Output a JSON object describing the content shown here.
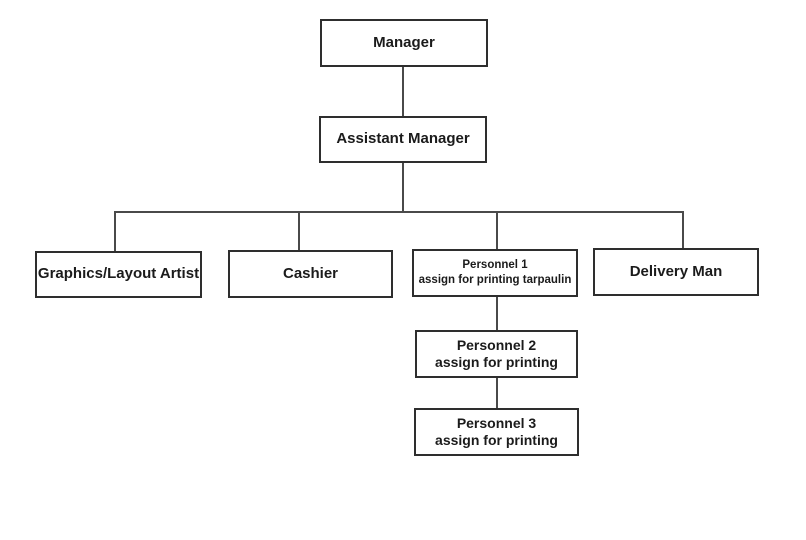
{
  "diagram": {
    "type": "org-chart",
    "colors": {
      "background": "#ffffff",
      "box_fill": "#ffffff",
      "box_border": "#2e2e2e",
      "connector": "#4a4a4a",
      "text": "#1b1b1b"
    },
    "nodes": {
      "manager": {
        "label": "Manager"
      },
      "assistant_manager": {
        "label": "Assistant Manager"
      },
      "graphics_artist": {
        "label": "Graphics/Layout Artist"
      },
      "cashier": {
        "label": "Cashier"
      },
      "personnel_1": {
        "line1": "Personnel 1",
        "line2": "assign for printing tarpaulin"
      },
      "delivery_man": {
        "label": "Delivery Man"
      },
      "personnel_2": {
        "line1": "Personnel 2",
        "line2": "assign for printing"
      },
      "personnel_3": {
        "line1": "Personnel 3",
        "line2": "assign for printing"
      }
    },
    "edges": [
      {
        "from": "Manager",
        "to": "Assistant Manager"
      },
      {
        "from": "Assistant Manager",
        "to": "Graphics/Layout Artist"
      },
      {
        "from": "Assistant Manager",
        "to": "Cashier"
      },
      {
        "from": "Assistant Manager",
        "to": "Personnel 1 assign for printing tarpaulin"
      },
      {
        "from": "Assistant Manager",
        "to": "Delivery Man"
      },
      {
        "from": "Personnel 1 assign for printing tarpaulin",
        "to": "Personnel 2 assign for printing"
      },
      {
        "from": "Personnel 2 assign for printing",
        "to": "Personnel 3 assign for printing"
      }
    ]
  }
}
